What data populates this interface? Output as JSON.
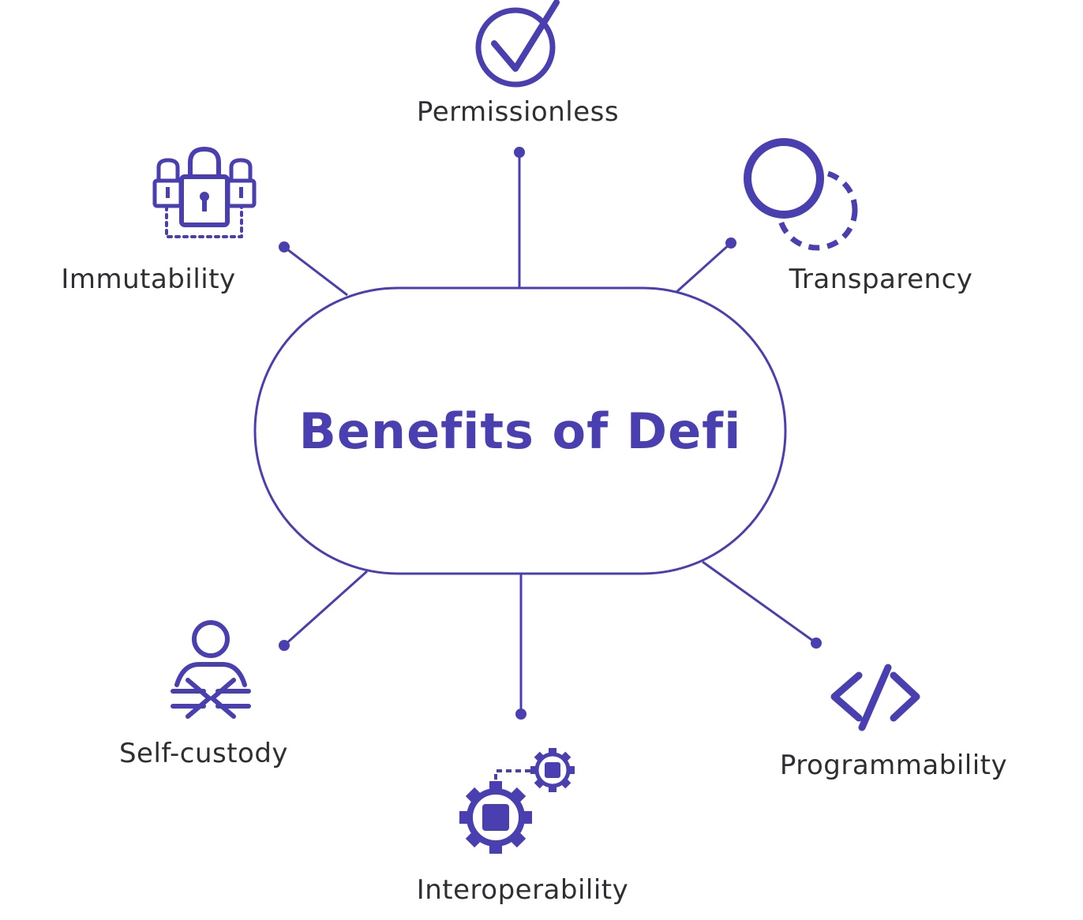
{
  "title": "Benefits of Defi",
  "colors": {
    "accent": "#4a3fb0",
    "text": "#2f2f33",
    "background": "#ffffff"
  },
  "benefits": [
    {
      "label": "Permissionless",
      "icon": "checkmark-circle-icon"
    },
    {
      "label": "Transparency",
      "icon": "overlapping-circles-icon"
    },
    {
      "label": "Programmability",
      "icon": "code-brackets-icon"
    },
    {
      "label": "Interoperability",
      "icon": "connected-gears-icon"
    },
    {
      "label": "Self-custody",
      "icon": "person-arrows-icon"
    },
    {
      "label": "Immutability",
      "icon": "padlocks-icon"
    }
  ]
}
